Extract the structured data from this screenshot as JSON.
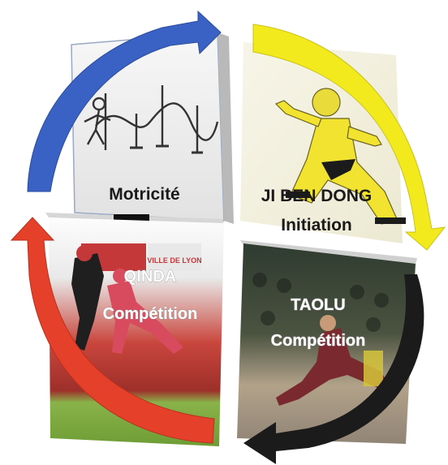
{
  "quadrants": {
    "top_left": {
      "line1": "Motricité",
      "line2": ""
    },
    "top_right": {
      "line1": "JI BEN DONG",
      "line2": "Initiation"
    },
    "bottom_left": {
      "line1": "QINDA",
      "line2": "Compétition"
    },
    "bottom_right": {
      "line1": "TAOLU",
      "line2": "Compétition"
    }
  },
  "photo_signs": {
    "banner": "VILLE DE LYON"
  },
  "arrows": [
    {
      "name": "blue-arrow",
      "color": "#3a62c4"
    },
    {
      "name": "yellow-arrow",
      "color": "#f2ea1c"
    },
    {
      "name": "black-arrow",
      "color": "#1b1b1b"
    },
    {
      "name": "red-arrow",
      "color": "#e5402a"
    }
  ],
  "colors": {
    "tile_light": "#ececec",
    "tile_yellow_bg": "#f4f2e4",
    "figure_yellow": "#f2e330",
    "photo_red": "#c33a33",
    "photo_green": "#7fae3e",
    "photo_dark": "#3b2a2a"
  }
}
